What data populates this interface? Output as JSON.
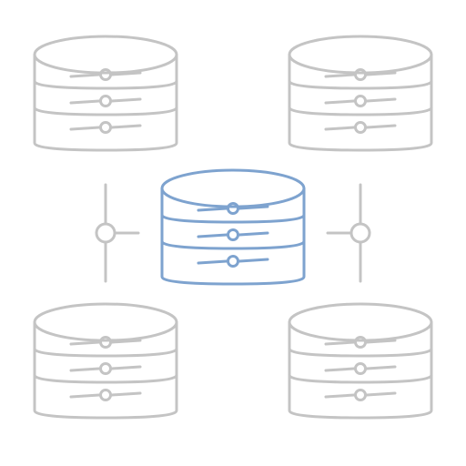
{
  "colors": {
    "background": "#ffffff",
    "peripheral_stroke": "#c4c4c4",
    "central_stroke": "#7ea3cf"
  },
  "icons": {
    "database": "database-icon",
    "connector": "network-connector-icon"
  },
  "diagram": {
    "central_node": {
      "icon": "database-icon",
      "stacks": 3
    },
    "peripheral_nodes": [
      {
        "id": "top-left",
        "icon": "database-icon",
        "stacks": 3
      },
      {
        "id": "top-right",
        "icon": "database-icon",
        "stacks": 3
      },
      {
        "id": "bottom-left",
        "icon": "database-icon",
        "stacks": 3
      },
      {
        "id": "bottom-right",
        "icon": "database-icon",
        "stacks": 3
      }
    ],
    "connectors": [
      {
        "id": "left",
        "icon": "network-connector-icon"
      },
      {
        "id": "right",
        "icon": "network-connector-icon"
      }
    ]
  }
}
